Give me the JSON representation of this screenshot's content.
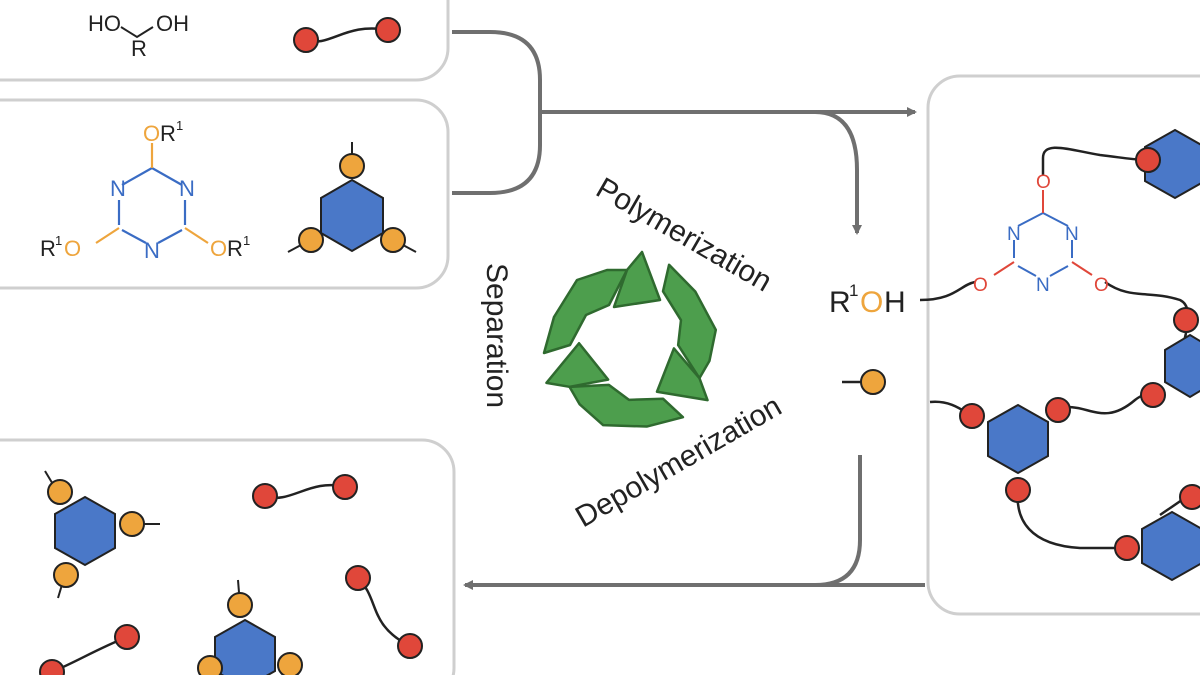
{
  "colors": {
    "red_node": "#e0473a",
    "orange_node": "#eea53d",
    "hexagon": "#4a78c8",
    "ring_nitrogen": "#3a6cc4",
    "recycle_green": "#4d9e4d",
    "arrow_gray": "#6f6f6f",
    "box_border": "#cfcfcf",
    "text": "#222222"
  },
  "diol": {
    "ho_left": "HO",
    "r": "R",
    "oh_right": "OH"
  },
  "triazine_monomer": {
    "o_top": "O",
    "r_top": "R",
    "sup_top": "1",
    "r_left": "R",
    "sup_left": "1",
    "o_left": "O",
    "o_right": "O",
    "r_right": "R",
    "sup_right": "1",
    "n_top_left": "N",
    "n_top_right": "N",
    "n_bottom": "N"
  },
  "cycle": {
    "polymerization": "Polymerization",
    "depolymerization": "Depolymerization",
    "separation": "Separation",
    "recycle_icon": "recycle-icon"
  },
  "byproduct": {
    "r": "R",
    "sup": "1",
    "o": "O",
    "h": "H"
  },
  "network": {
    "n1": "N",
    "n2": "N",
    "n3": "N",
    "o1": "O",
    "o2": "O",
    "o3": "O"
  }
}
